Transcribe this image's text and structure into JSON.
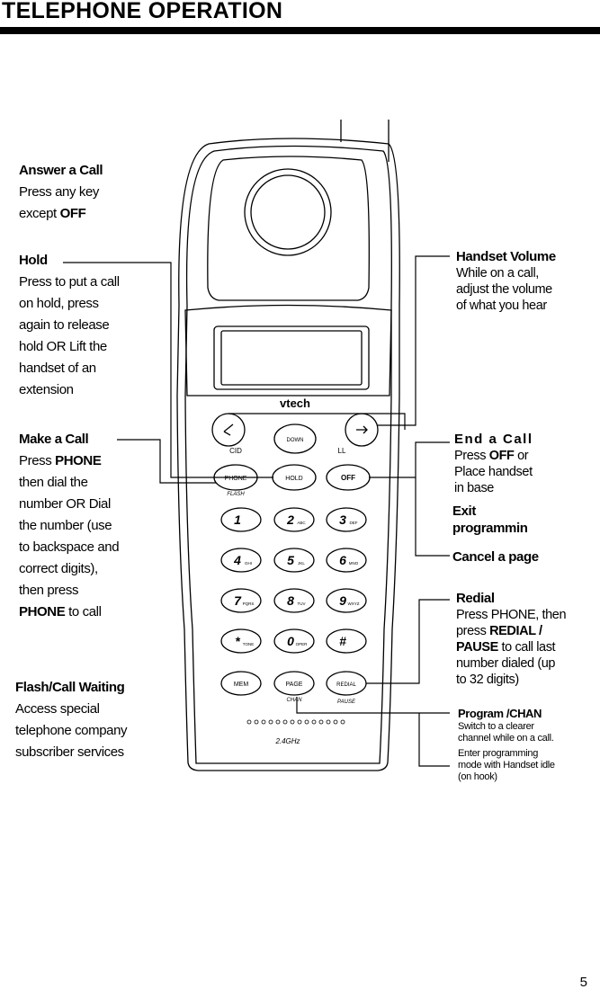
{
  "header": {
    "title": "TELEPHONE OPERATION"
  },
  "phone": {
    "brand": "vtech",
    "freq": "2.4GHz",
    "softkey_left_label": "CID",
    "softkey_right_label": "LL",
    "key_center": "DOWN",
    "key_phone": "PHONE",
    "key_phone_sub": "FLASH",
    "key_hold": "HOLD",
    "key_off": "OFF",
    "key_mem": "MEM",
    "key_page": "PAGE",
    "key_page_sub": "CHAN",
    "key_redial": "REDIAL",
    "key_redial_sub": "PAUSE",
    "digits": [
      "1",
      "2",
      "3",
      "4",
      "5",
      "6",
      "7",
      "8",
      "9",
      "*",
      "0",
      "#"
    ],
    "digit_subs": [
      "",
      "ABC",
      "DEF",
      "GHI",
      "JKL",
      "MNO",
      "PQRS",
      "TUV",
      "WXYZ",
      "TONE",
      "OPER",
      ""
    ]
  },
  "left": {
    "answer": {
      "title": "Answer a Call",
      "l1": "Press any key",
      "l2a": "except ",
      "l2b": "OFF"
    },
    "hold": {
      "title": "Hold",
      "lines": [
        "Press to put a call",
        "on hold, press",
        "again to release",
        "hold OR Lift the",
        "handset of an",
        "extension"
      ]
    },
    "make": {
      "title": "Make a Call",
      "l1a": "Press ",
      "l1b": "PHONE",
      "lines": [
        "then dial the",
        "number OR Dial",
        "the number (use",
        "to backspace and",
        "correct digits),",
        "then press"
      ],
      "last_a": "PHONE",
      "last_b": " to call"
    },
    "flash": {
      "title": "Flash/Call Waiting",
      "lines": [
        "Access special",
        "telephone company",
        "subscriber services"
      ]
    }
  },
  "right": {
    "volume": {
      "title": "Handset Volume",
      "lines": [
        "While on a call,",
        "adjust the volume",
        "of what you hear"
      ]
    },
    "end": {
      "title": "End a Call",
      "l1a": "Press ",
      "l1b": "OFF",
      "l1c": " or",
      "lines": [
        "Place handset",
        "in base"
      ]
    },
    "exit": {
      "l1": "Exit",
      "l2": "programmin"
    },
    "cancel": {
      "title": "Cancel a page"
    },
    "redial": {
      "title": "Redial",
      "l1": "Press PHONE, then",
      "l2a": "press ",
      "l2b": "REDIAL /",
      "l3a": "PAUSE",
      "l3b": " to call last",
      "l4": "number dialed (up",
      "l5": "to 32 digits)"
    },
    "program": {
      "title": "Program /CHAN",
      "lines": [
        "Switch to a clearer",
        "channel while on a call."
      ],
      "lines2": [
        "Enter programming",
        "mode with Handset idle",
        "(on hook)"
      ]
    }
  },
  "footer": {
    "page": "5"
  }
}
